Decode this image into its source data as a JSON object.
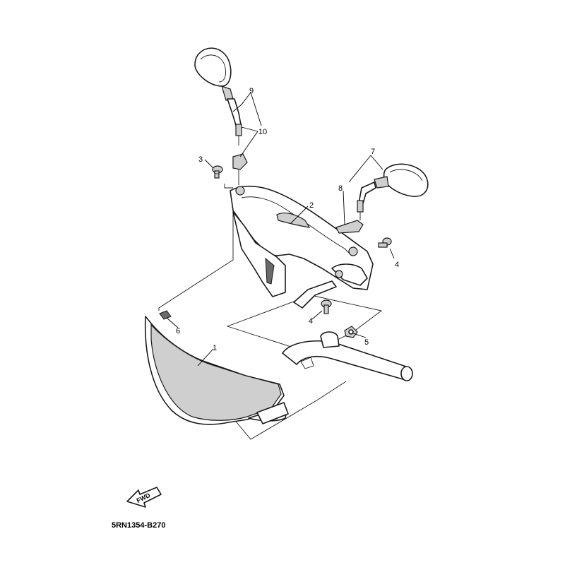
{
  "diagram": {
    "callouts": {
      "p1": "1",
      "p2": "2",
      "p3": "3",
      "p4a": "4",
      "p4b": "4",
      "p5": "5",
      "p6": "6",
      "p7": "7",
      "p8": "8",
      "p9": "9",
      "p10": "10"
    },
    "fwd_label": "FWD",
    "drawing_code": "5RN1354-B270"
  }
}
